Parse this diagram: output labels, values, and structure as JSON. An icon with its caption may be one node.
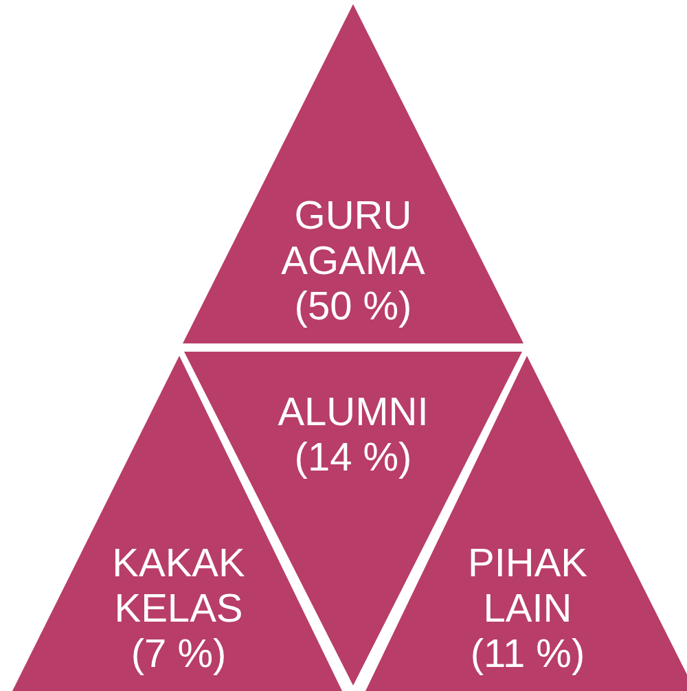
{
  "diagram": {
    "nodes": [
      {
        "text": [
          "GURU AGAMA",
          "(50 %)"
        ]
      },
      {
        "text": [
          "ALUMNI",
          "(14 %)"
        ]
      },
      {
        "text": [
          "KAKAK KELAS",
          "(7 %)"
        ]
      },
      {
        "text": [
          "PIHAK LAIN",
          "(11 %)"
        ]
      }
    ]
  }
}
